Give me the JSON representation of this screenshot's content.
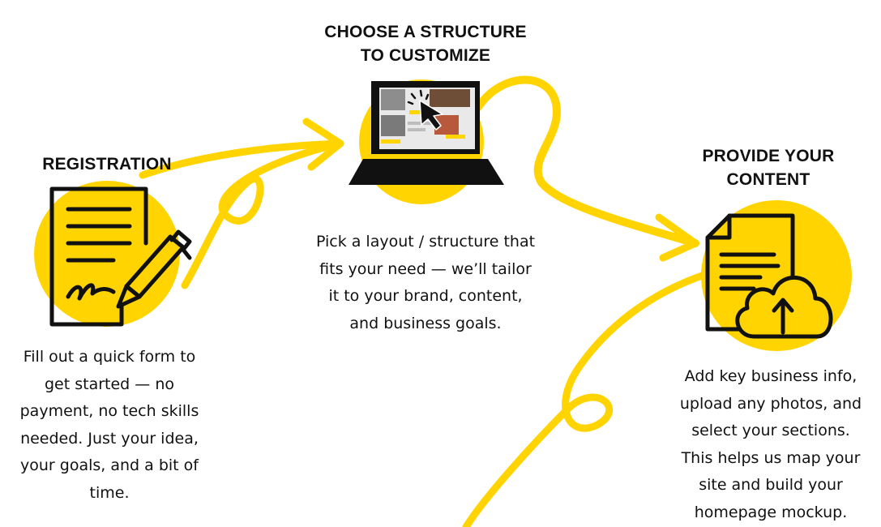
{
  "colors": {
    "accent_yellow": "#FFD400",
    "ink": "#111111",
    "background": "#FFFFFF"
  },
  "steps": [
    {
      "title_lines": [
        "REGISTRATION"
      ],
      "icon": "contract-signature-icon",
      "description_lines": [
        "Fill out a quick form to",
        "get started — no",
        "payment, no tech skills",
        "needed. Just your idea,",
        "your goals, and a bit of",
        "time."
      ]
    },
    {
      "title_lines": [
        "CHOOSE A STRUCTURE",
        "TO CUSTOMIZE"
      ],
      "icon": "laptop-cursor-icon",
      "description_lines": [
        "Pick a layout / structure that",
        "fits your need — we’ll tailor",
        "it to your brand, content,",
        "and business goals."
      ]
    },
    {
      "title_lines": [
        "PROVIDE YOUR",
        "CONTENT"
      ],
      "icon": "document-cloud-upload-icon",
      "description_lines": [
        "Add key business info,",
        "upload any photos, and",
        "select your sections.",
        "This helps us map your",
        "site and build your",
        "homepage mockup."
      ]
    }
  ]
}
